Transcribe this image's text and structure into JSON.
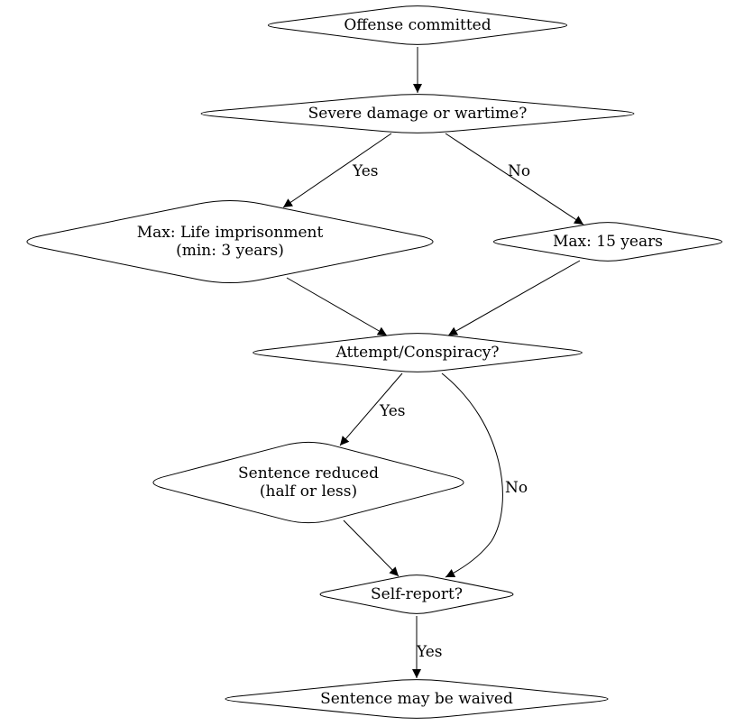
{
  "nodes": [
    {
      "id": "offense",
      "lines": [
        "Offense committed"
      ]
    },
    {
      "id": "severe",
      "lines": [
        "Severe damage or wartime?"
      ]
    },
    {
      "id": "max_life",
      "lines": [
        "Max: Life imprisonment",
        "(min: 3 years)"
      ]
    },
    {
      "id": "max_15",
      "lines": [
        "Max: 15 years"
      ]
    },
    {
      "id": "attempt",
      "lines": [
        "Attempt/Conspiracy?"
      ]
    },
    {
      "id": "reduced",
      "lines": [
        "Sentence reduced",
        "(half or less)"
      ]
    },
    {
      "id": "self_report",
      "lines": [
        "Self-report?"
      ]
    },
    {
      "id": "waived",
      "lines": [
        "Sentence may be waived"
      ]
    }
  ],
  "edges": [
    {
      "id": "offense_severe",
      "from": "offense",
      "to": "severe",
      "label": ""
    },
    {
      "id": "severe_life",
      "from": "severe",
      "to": "max_life",
      "label": "Yes"
    },
    {
      "id": "severe_15",
      "from": "severe",
      "to": "max_15",
      "label": "No"
    },
    {
      "id": "life_attempt",
      "from": "max_life",
      "to": "attempt",
      "label": ""
    },
    {
      "id": "fifteen_attempt",
      "from": "max_15",
      "to": "attempt",
      "label": ""
    },
    {
      "id": "attempt_reduced",
      "from": "attempt",
      "to": "reduced",
      "label": "Yes"
    },
    {
      "id": "attempt_self",
      "from": "attempt",
      "to": "self_report",
      "label": "No"
    },
    {
      "id": "reduced_self",
      "from": "reduced",
      "to": "self_report",
      "label": ""
    },
    {
      "id": "self_waived",
      "from": "self_report",
      "to": "waived",
      "label": "Yes"
    }
  ]
}
